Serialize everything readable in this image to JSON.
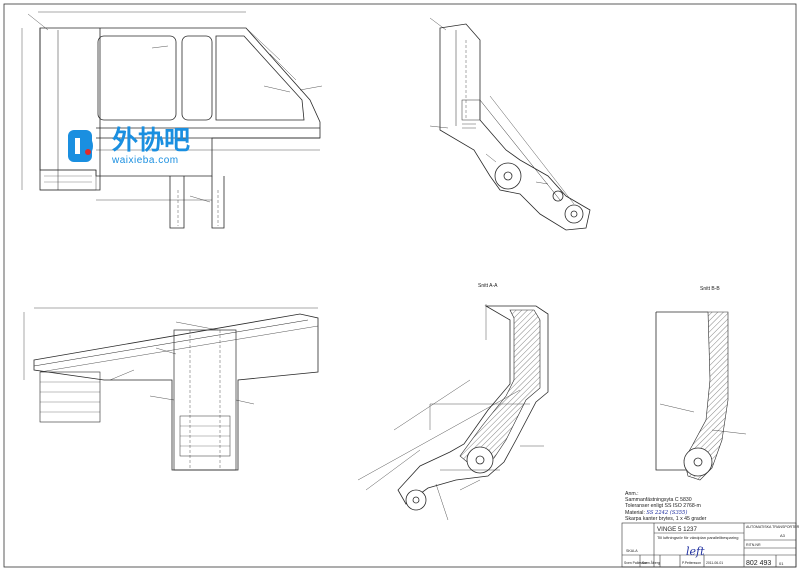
{
  "sections": {
    "a": "Snitt A-A",
    "b": "Snitt B-B"
  },
  "watermark": {
    "brand_cn": "外协吧",
    "url": "waixieba.com",
    "accent": "#1a8fe0",
    "accent_red": "#e02a2a"
  },
  "notes": {
    "heading": "Anm.:",
    "line1": "Sammanfästningsyta C 5830",
    "line2": "Toleranser enligt SS ISO 2768-m",
    "line3_prefix": "Material:",
    "line3_hand": "SS 2242 (S355)",
    "line4": "Skarpa kanter brytes, 1 x 45 grader"
  },
  "title_block": {
    "part_name": "VINGE 5 1237",
    "part_desc": "Till luftningsrör för vändplan parallellbesparing",
    "handwritten": "left",
    "company": "AUTOMATISKA TRANSPORTER",
    "drawing_no_label": "RITN.NR",
    "drawing_no": "802 493",
    "sheet": "01",
    "sheet_mark": "A3",
    "designer": "Sven Pallesson",
    "checker": "Sven Åberg",
    "approver": "P.Pettersson",
    "date": "2011-06-01",
    "scale_label": "SKALA",
    "format": "A3"
  }
}
